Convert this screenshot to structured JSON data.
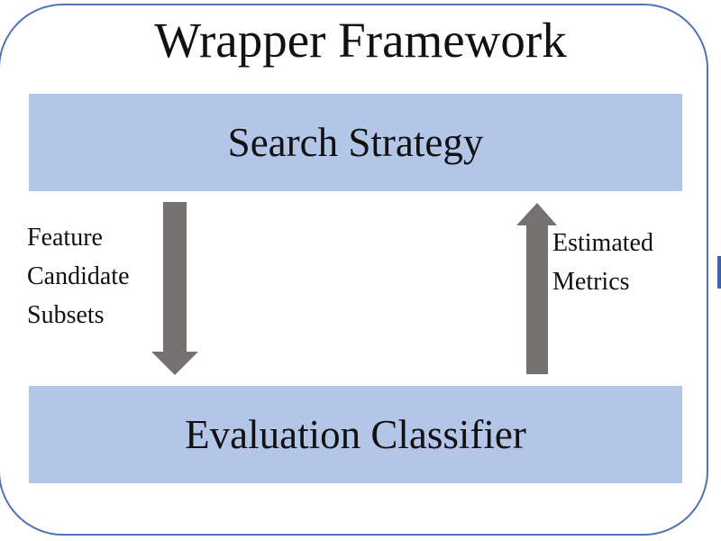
{
  "title": "Wrapper Framework",
  "boxes": {
    "top": "Search Strategy",
    "bottom": "Evaluation Classifier"
  },
  "arrows": {
    "down_label": [
      "Feature",
      "Candidate",
      "Subsets"
    ],
    "up_label": [
      "Estimated",
      "Metrics"
    ]
  },
  "colors": {
    "band": "#b4c6e7",
    "frame": "#4f72b5",
    "arrow": "#757171"
  }
}
